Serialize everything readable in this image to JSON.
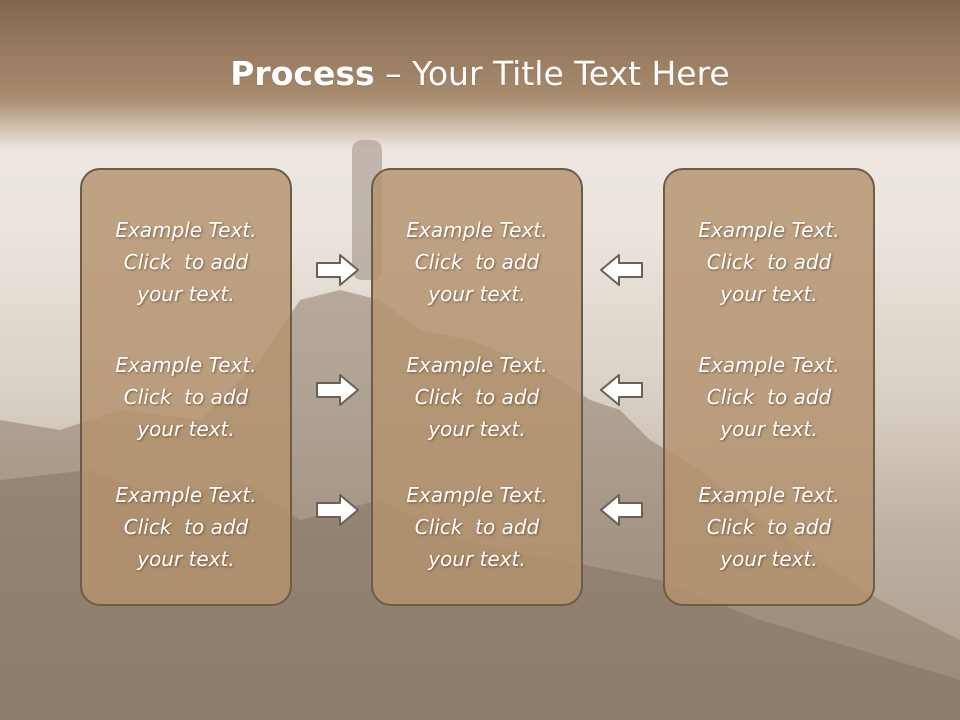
{
  "slide": {
    "title_bold": "Process",
    "title_rest": " – Your Title Text Here"
  },
  "placeholder": {
    "line1": "Example Text.",
    "line2": "Click  to add",
    "line3": "your text."
  },
  "colors": {
    "header": "#96795e",
    "panel_fill": "#b4926e",
    "panel_border": "#6e5b49",
    "text": "#ffffff",
    "arrow_fill": "#ffffff",
    "arrow_stroke": "#6b6058"
  },
  "icons": {
    "right_arrow": "right-arrow-icon",
    "left_arrow": "left-arrow-icon"
  }
}
